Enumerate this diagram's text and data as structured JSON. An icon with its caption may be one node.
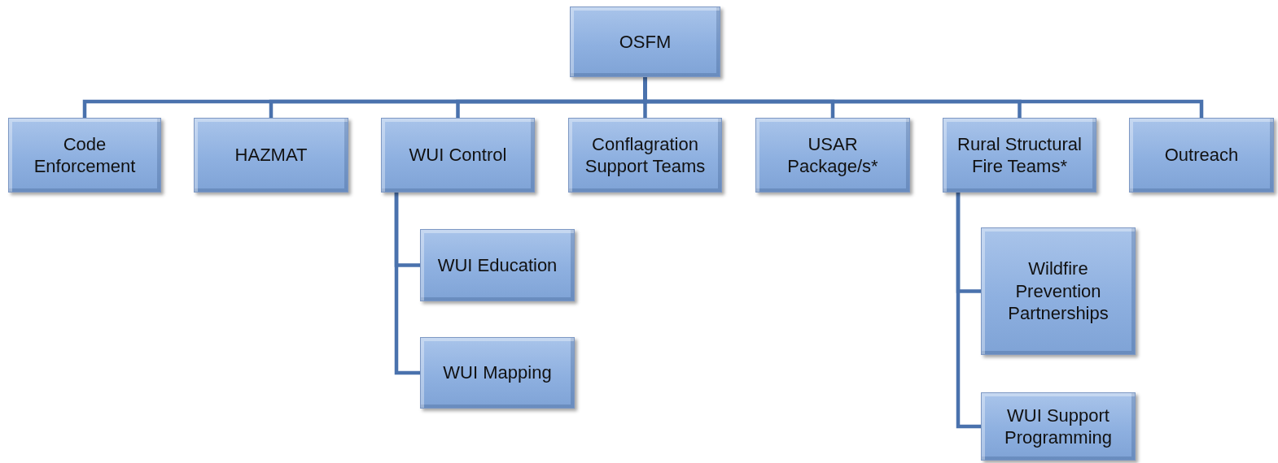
{
  "diagram": {
    "nodes": [
      {
        "text": [
          "OSFM"
        ]
      },
      {
        "text": [
          "Code Enforcement"
        ]
      },
      {
        "text": [
          "HAZMAT"
        ]
      },
      {
        "text": [
          "WUI Control"
        ]
      },
      {
        "text": [
          "Conflagration Support Teams"
        ]
      },
      {
        "text": [
          "USAR Package/s*"
        ]
      },
      {
        "text": [
          "Rural Structural Fire Teams*"
        ]
      },
      {
        "text": [
          "Outreach"
        ]
      },
      {
        "text": [
          "WUI Education"
        ]
      },
      {
        "text": [
          "WUI Mapping"
        ]
      },
      {
        "text": [
          "Wildfire Prevention Partnerships"
        ]
      },
      {
        "text": [
          "WUI Support Programming"
        ]
      }
    ],
    "edges": [
      {
        "from": 0,
        "to": 1,
        "arrow": "none"
      },
      {
        "from": 0,
        "to": 2,
        "arrow": "none"
      },
      {
        "from": 0,
        "to": 3,
        "arrow": "none"
      },
      {
        "from": 0,
        "to": 4,
        "arrow": "none"
      },
      {
        "from": 0,
        "to": 5,
        "arrow": "none"
      },
      {
        "from": 0,
        "to": 6,
        "arrow": "none"
      },
      {
        "from": 0,
        "to": 7,
        "arrow": "none"
      },
      {
        "from": 3,
        "to": 8,
        "arrow": "none"
      },
      {
        "from": 3,
        "to": 9,
        "arrow": "none"
      },
      {
        "from": 6,
        "to": 10,
        "arrow": "none"
      },
      {
        "from": 6,
        "to": 11,
        "arrow": "none"
      }
    ]
  }
}
